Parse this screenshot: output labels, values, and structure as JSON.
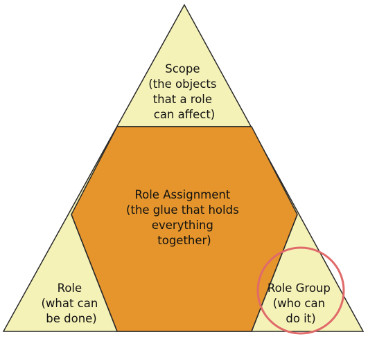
{
  "colors": {
    "corner_fill": "#f5f2b8",
    "center_fill": "#e5952c",
    "outline": "#2a2a2a",
    "highlight_ring": "#e06a6a"
  },
  "scope": {
    "lines": [
      "Scope",
      "(the objects",
      "that a role",
      "can affect)"
    ]
  },
  "role_assignment": {
    "lines": [
      "Role Assignment",
      "(the glue that holds",
      "everything",
      "together)"
    ]
  },
  "role": {
    "lines": [
      "Role",
      "(what can",
      "be done)"
    ]
  },
  "role_group": {
    "lines": [
      "Role Group",
      "(who can",
      "do it)"
    ]
  }
}
